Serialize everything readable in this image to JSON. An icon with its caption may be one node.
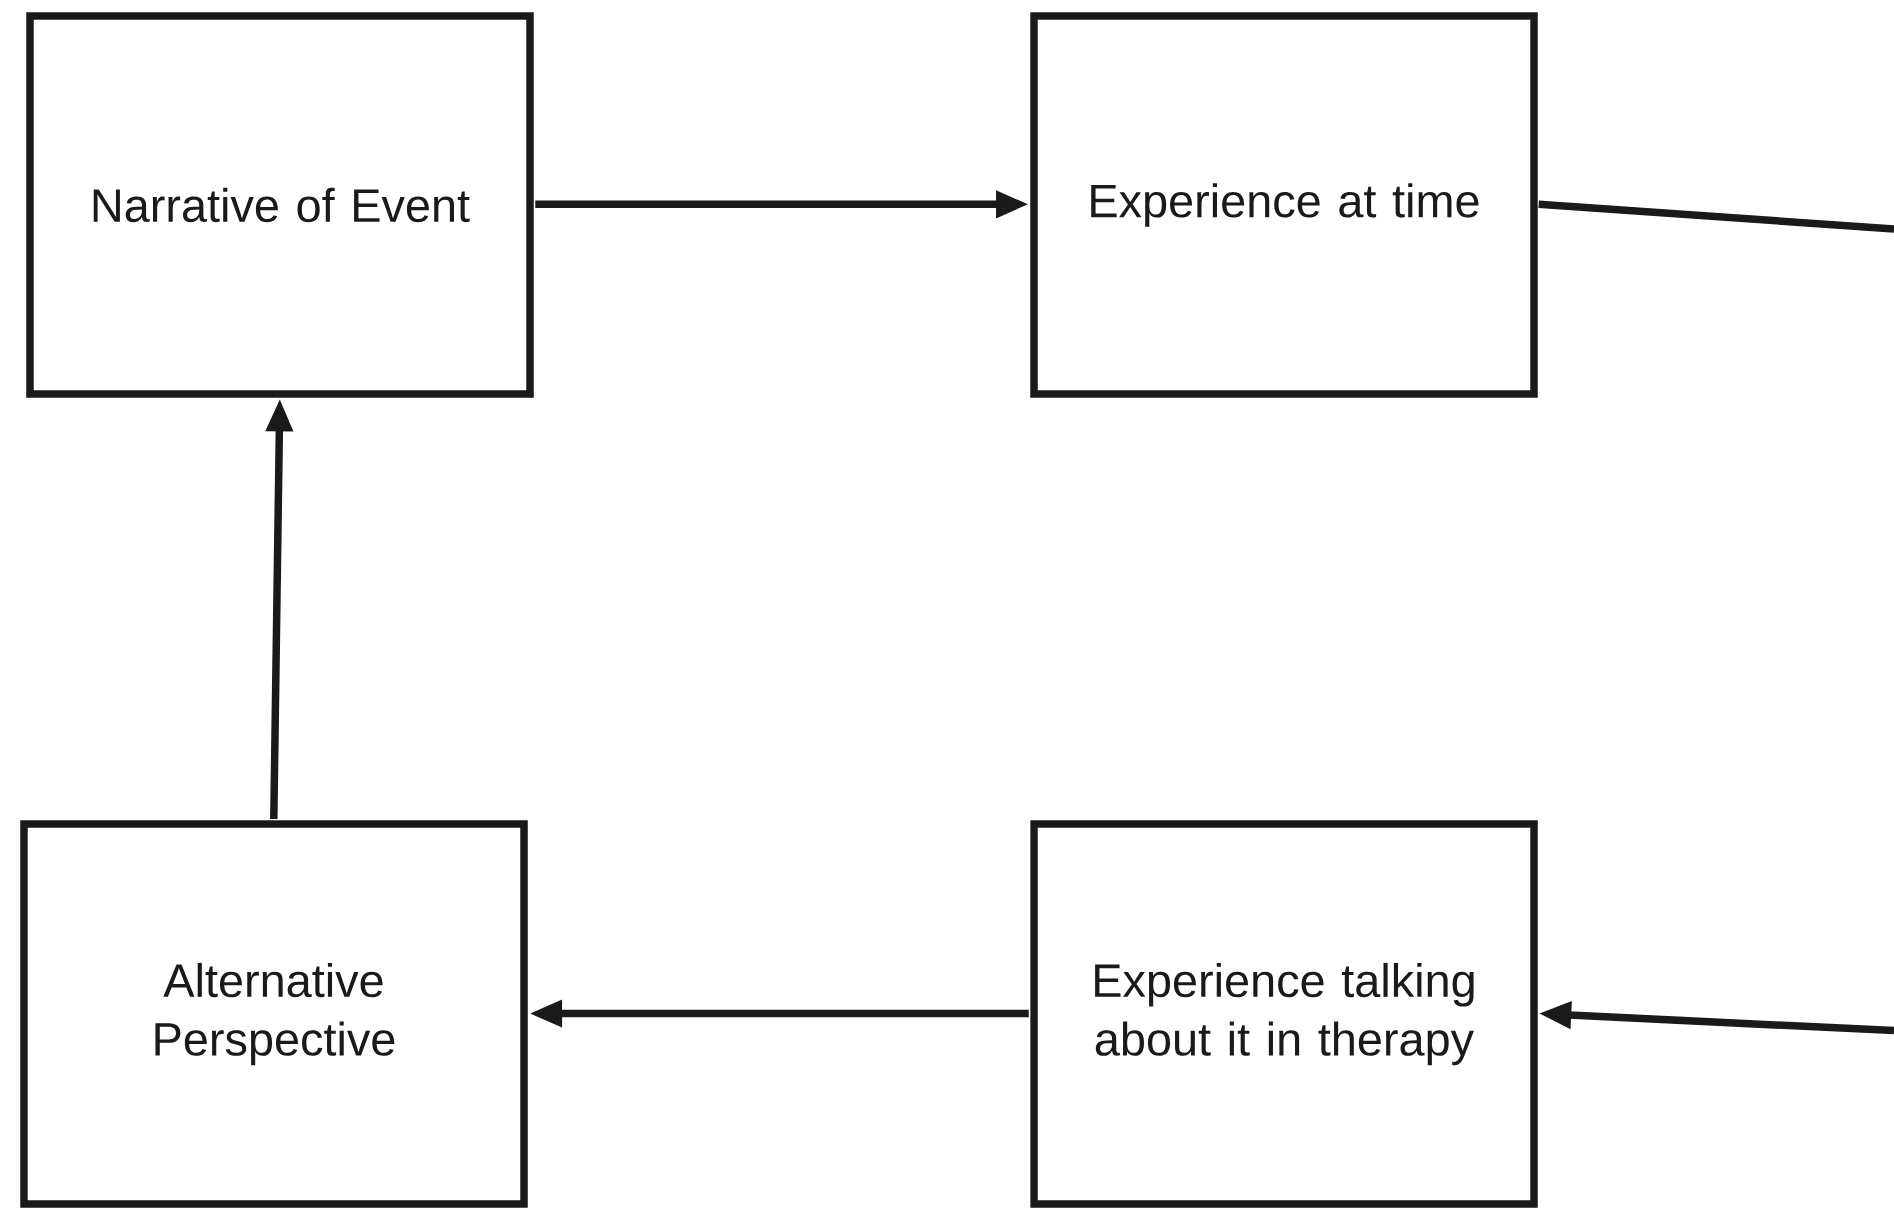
{
  "diagram": {
    "nodes": [
      {
        "text": [
          "Narrative of Event"
        ]
      },
      {
        "text": [
          "Experience at time"
        ]
      },
      {
        "text": [
          "Alternative Perspective"
        ]
      },
      {
        "text": [
          "Experience talking about it in therapy"
        ]
      }
    ],
    "edges": [
      {
        "from": 0,
        "to": 1,
        "arrow": "to"
      },
      {
        "from": 1,
        "to": null,
        "arrow": "none"
      },
      {
        "from": null,
        "to": 3,
        "arrow": "to"
      },
      {
        "from": 3,
        "to": 2,
        "arrow": "to"
      },
      {
        "from": 2,
        "to": 0,
        "arrow": "to"
      }
    ]
  }
}
